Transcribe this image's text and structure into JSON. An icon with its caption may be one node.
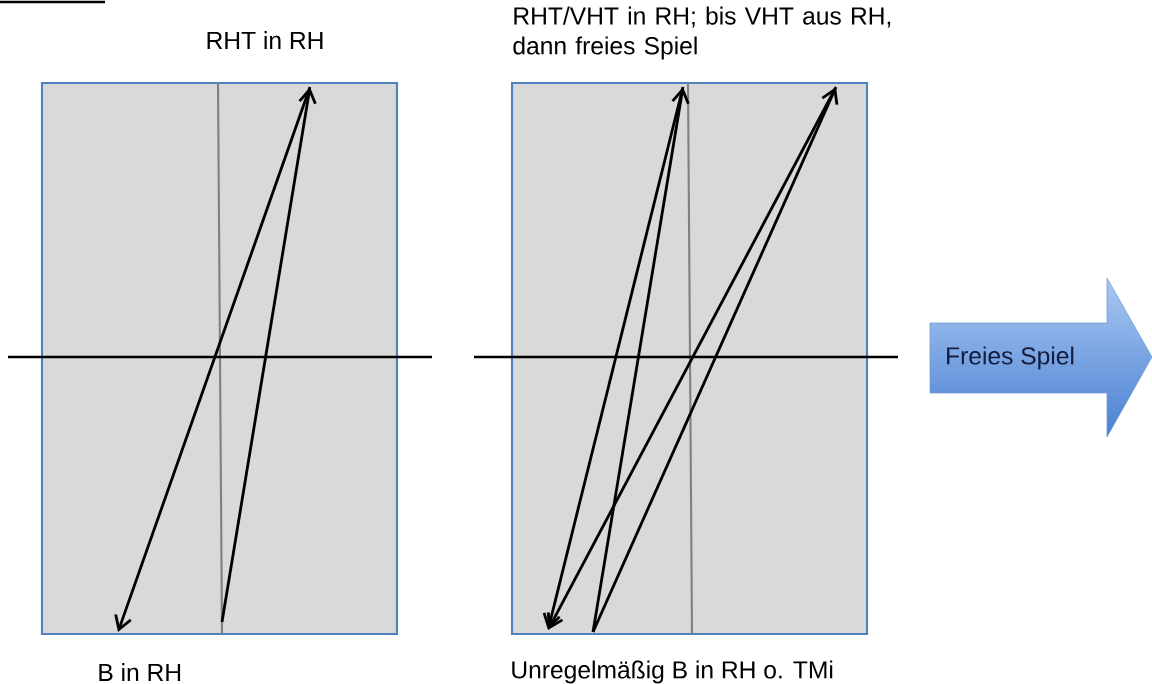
{
  "diagram": {
    "nodes": [
      {
        "text": [
          "RHT in RH",
          "B in RH"
        ]
      },
      {
        "text": [
          "RHT/VHT in RH; bis VHT aus RH, dann freies Spiel",
          "Unregelmäßig B in RH o. TMi"
        ]
      },
      {
        "text": [
          "Freies Spiel"
        ]
      }
    ]
  }
}
